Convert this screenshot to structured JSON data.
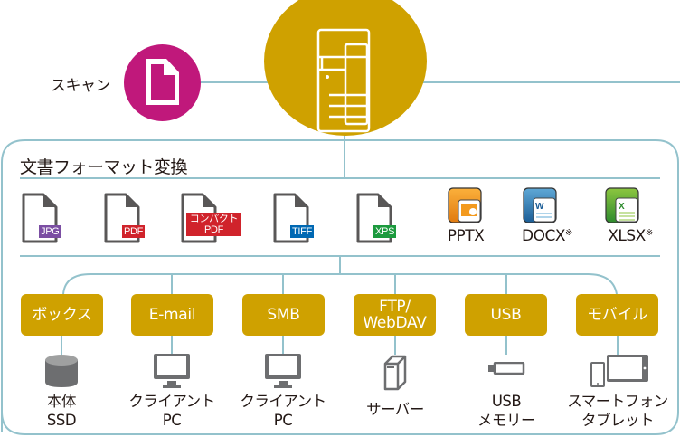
{
  "scan": {
    "label": "スキャン",
    "icon": "document-icon",
    "color": "#c0187b"
  },
  "device": {
    "icon": "multifunction-printer-icon",
    "color": "#cfa100"
  },
  "conversion": {
    "title": "文書フォーマット変換",
    "formats": [
      {
        "id": "jpg",
        "tag": "JPG",
        "tag_color": "#7b4ea3"
      },
      {
        "id": "pdf",
        "tag": "PDF",
        "tag_color": "#d0232b"
      },
      {
        "id": "compact-pdf",
        "tag_line1": "コンパクト",
        "tag_line2": "PDF",
        "tag_color": "#d0232b"
      },
      {
        "id": "tiff",
        "tag": "TIFF",
        "tag_color": "#0068b3"
      },
      {
        "id": "xps",
        "tag": "XPS",
        "tag_color": "#1c9a3e"
      },
      {
        "id": "pptx",
        "label": "PPTX",
        "mark": ""
      },
      {
        "id": "docx",
        "label": "DOCX",
        "mark": "※"
      },
      {
        "id": "xlsx",
        "label": "XLSX",
        "mark": "※"
      }
    ]
  },
  "destinations": [
    {
      "button": "ボックス",
      "icon": "ssd-icon",
      "label_line1": "本体",
      "label_line2": "SSD"
    },
    {
      "button": "E-mail",
      "icon": "monitor-icon",
      "label_line1": "クライアント",
      "label_line2": "PC"
    },
    {
      "button": "SMB",
      "icon": "monitor-icon",
      "label_line1": "クライアント",
      "label_line2": "PC"
    },
    {
      "button_line1": "FTP/",
      "button_line2": "WebDAV",
      "icon": "server-icon",
      "label_line1": "サーバー",
      "label_line2": ""
    },
    {
      "button": "USB",
      "icon": "usb-memory-icon",
      "label_line1": "USB",
      "label_line2": "メモリー"
    },
    {
      "button": "モバイル",
      "icon": "smartphone-tablet-icon",
      "label_line1": "スマートフォン",
      "label_line2": "タブレット"
    }
  ],
  "colors": {
    "line": "#93c2cc",
    "gold": "#cfa100",
    "magenta": "#c0187b",
    "gray_icon": "#6d6e70"
  }
}
